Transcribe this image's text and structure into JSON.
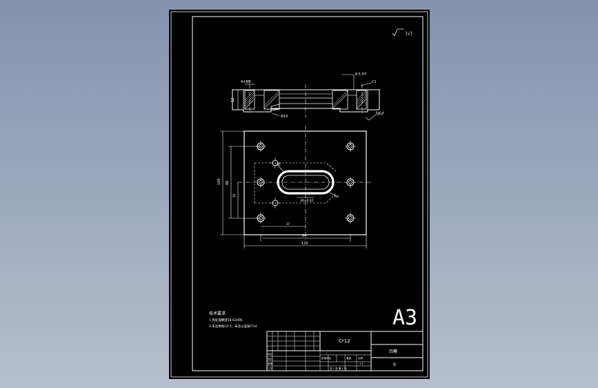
{
  "drawing": {
    "sheet_size": "A3",
    "roughness_symbol": "(√)",
    "material": "Cr12",
    "title_name": "凹模",
    "drawing_no": "9",
    "notes_title": "技术要求",
    "notes": [
      "1.热处理硬度58-62HRC",
      "2.未注倒角C0.5，未注公差按IT14"
    ],
    "dims": {
      "hole_thread": "4×M8",
      "top_tol": "8.5 H7",
      "counterbore": "Φ10",
      "depth": "18",
      "slot_width": "26±0.02",
      "slot_radius": "R6",
      "inner_w": "84",
      "outer_w": "120",
      "inner_h": "80",
      "outer_h": "100",
      "half_h": "50",
      "offset": "37",
      "pin": "Φ6"
    },
    "title_block": {
      "row_labels": [
        "标记",
        "设计",
        "审核",
        "工艺"
      ],
      "stage_labels": [
        "阶段标记",
        "重量",
        "比例"
      ],
      "scale": "1:1",
      "sheet_info": "共 1 张  第 1 张"
    }
  }
}
